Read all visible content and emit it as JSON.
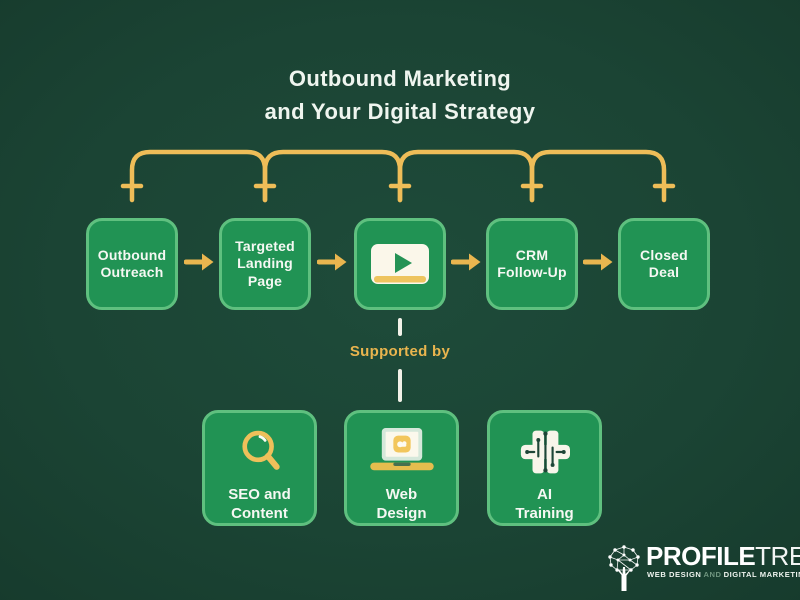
{
  "title": {
    "line1": "Outbound Marketing",
    "line2": "and Your Digital Strategy"
  },
  "flow": {
    "steps": [
      {
        "name": "outbound-outreach",
        "lines": [
          "Outbound",
          "Outreach"
        ]
      },
      {
        "name": "targeted-landing-page",
        "lines": [
          "Targeted",
          "Landing",
          "Page"
        ]
      },
      {
        "name": "video-step",
        "icon": "video-play-icon"
      },
      {
        "name": "crm-follow-up",
        "lines": [
          "CRM",
          "Follow-Up"
        ]
      },
      {
        "name": "closed-deal",
        "lines": [
          "Closed",
          "Deal"
        ]
      }
    ]
  },
  "supported_by": {
    "label": "Supported by"
  },
  "supports": [
    {
      "name": "seo-and-content",
      "icon": "magnifier-icon",
      "lines": [
        "SEO and",
        "Content"
      ]
    },
    {
      "name": "web-design",
      "icon": "laptop-icon",
      "lines": [
        "Web",
        "Design"
      ]
    },
    {
      "name": "ai-training",
      "icon": "ai-chip-icon",
      "lines": [
        "AI",
        "Training"
      ]
    }
  ],
  "logo": {
    "icon": "network-tree-icon",
    "brand_bold": "PROFILE",
    "brand_light": "TREE",
    "tagline": {
      "part1": "WEB DESIGN",
      "part2": "AND",
      "part3": "DIGITAL MARKETING"
    }
  },
  "colors": {
    "background": "#1b4434",
    "box_fill": "#219354",
    "box_border": "#5fc07f",
    "gold": "#eebd58",
    "arrow_gold": "#e9b64f",
    "text_white": "#f5f8f3",
    "cream": "#fbf7ea",
    "supported_by_gold": "#e9b54e"
  }
}
